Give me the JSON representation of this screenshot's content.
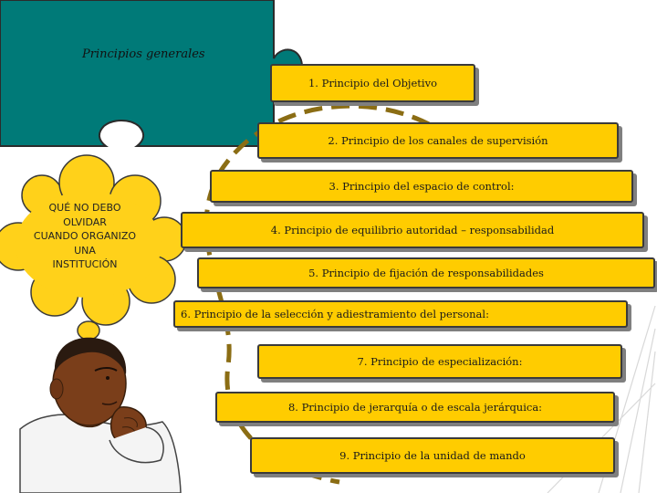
{
  "title": "Principios generales",
  "thought": {
    "lines": [
      "QUÉ NO DEBO",
      "OLVIDAR",
      "CUANDO ORGANIZO",
      "UNA",
      "INSTITUCIÓN"
    ]
  },
  "principles": [
    "1. Principio del Objetivo",
    "2. Principio de los canales de supervisión",
    "3. Principio del espacio de control:",
    "4. Principio de equilibrio autoridad – responsabilidad",
    "5. Principio de fijación de responsabilidades",
    "6. Principio de la selección y adiestramiento del personal:",
    "7. Principio de especialización:",
    "8. Principio de jerarquía o de escala jerárquica:",
    "9. Principio de la unidad de mando"
  ],
  "colors": {
    "puzzle": "#007A78",
    "box": "#FFCC00",
    "cloud": "#FFD11A",
    "dash": "#8B6D14",
    "skin": "#7A3E1A",
    "hair": "#2A1A10"
  },
  "icons": {
    "puzzle": "puzzle-piece-icon",
    "cloud": "thought-cloud-icon",
    "person": "thinking-man-icon"
  }
}
